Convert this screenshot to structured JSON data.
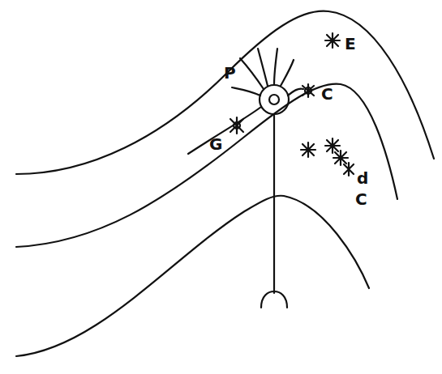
{
  "diagram": {
    "labels": [
      "P",
      "C",
      "E",
      "G",
      "d",
      "C"
    ]
  }
}
